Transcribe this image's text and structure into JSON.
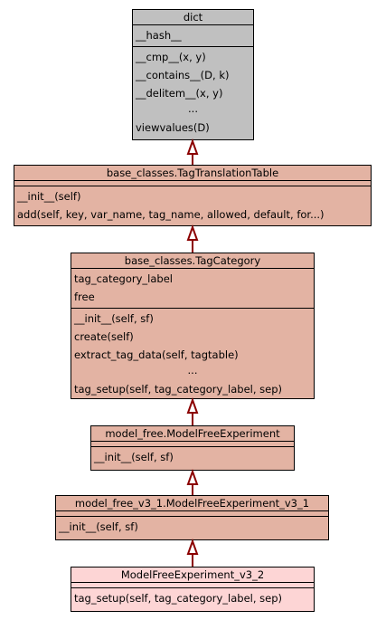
{
  "classes": {
    "dict": {
      "title": "dict",
      "attributes": [
        "__hash__"
      ],
      "operations": [
        "__cmp__(x, y)",
        "__contains__(D, k)",
        "__delitem__(x, y)",
        "...",
        "viewvalues(D)"
      ]
    },
    "tag_translation_table": {
      "title": "base_classes.TagTranslationTable",
      "attributes": [],
      "operations": [
        "__init__(self)",
        "add(self, key, var_name, tag_name, allowed, default, for...)"
      ]
    },
    "tag_category": {
      "title": "base_classes.TagCategory",
      "attributes": [
        "tag_category_label",
        "free"
      ],
      "operations": [
        "__init__(self, sf)",
        "create(self)",
        "extract_tag_data(self, tagtable)",
        "...",
        "tag_setup(self, tag_category_label, sep)"
      ]
    },
    "model_free_experiment": {
      "title": "model_free.ModelFreeExperiment",
      "attributes": [],
      "operations": [
        "__init__(self, sf)"
      ]
    },
    "model_free_experiment_v3_1": {
      "title": "model_free_v3_1.ModelFreeExperiment_v3_1",
      "attributes": [],
      "operations": [
        "__init__(self, sf)"
      ]
    },
    "model_free_experiment_v3_2": {
      "title": "ModelFreeExperiment_v3_2",
      "attributes": [],
      "operations": [
        "tag_setup(self, tag_category_label, sep)"
      ]
    }
  },
  "colors": {
    "base_fill": "#c0c0c0",
    "ancestor_fill": "#e3b3a3",
    "focus_fill": "#fdd5d5",
    "arrow": "#8b0000"
  }
}
